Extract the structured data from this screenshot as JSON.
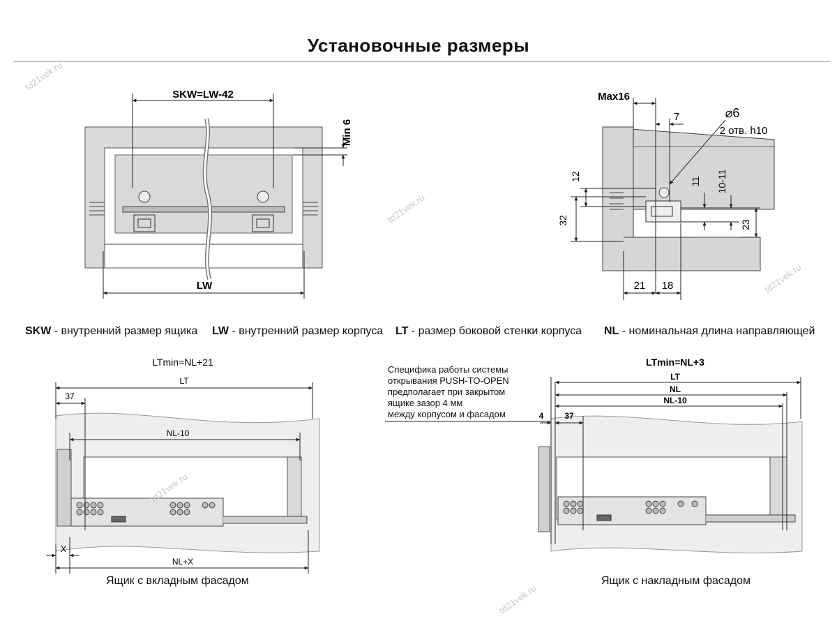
{
  "title": "Установочные  размеры",
  "watermark": "td21vek.ru",
  "top_left": {
    "dim_skw": "SKW=LW-42",
    "dim_min6": "Min 6",
    "dim_lw": "LW"
  },
  "top_right": {
    "dim_max16": "Max16",
    "dim_7": "7",
    "dim_hole_diameter": "⌀6",
    "dim_holes_note": "2 отв. h10",
    "dim_12": "12",
    "dim_32": "32",
    "dim_11": "11",
    "dim_10_11": "10-11",
    "dim_23": "23",
    "dim_21": "21",
    "dim_18": "18"
  },
  "legend": [
    {
      "abbr": "SKW",
      "text": " - внутренний размер ящика"
    },
    {
      "abbr": "LW",
      "text": " - внутренний размер корпуса"
    },
    {
      "abbr": "LT",
      "text": " - размер боковой стенки корпуса"
    },
    {
      "abbr": "NL",
      "text": " - номинальная длина направляющей"
    }
  ],
  "bottom_left": {
    "formula": "LTmin=NL+21",
    "dim_lt": "LT",
    "dim_37": "37",
    "dim_nl10": "NL-10",
    "dim_x": "X",
    "dim_nlx": "NL+X",
    "caption": "Ящик с вкладным фасадом"
  },
  "note": [
    "Специфика работы системы",
    "открывания PUSH-TO-OPEN",
    "предполагает при закрытом",
    "ящике зазор 4 мм",
    "между корпусом и фасадом"
  ],
  "bottom_right": {
    "formula": "LTmin=NL+3",
    "dim_lt": "LT",
    "dim_nl": "NL",
    "dim_nl10": "NL-10",
    "dim_4": "4",
    "dim_37": "37",
    "caption": "Ящик с накладным фасадом"
  }
}
